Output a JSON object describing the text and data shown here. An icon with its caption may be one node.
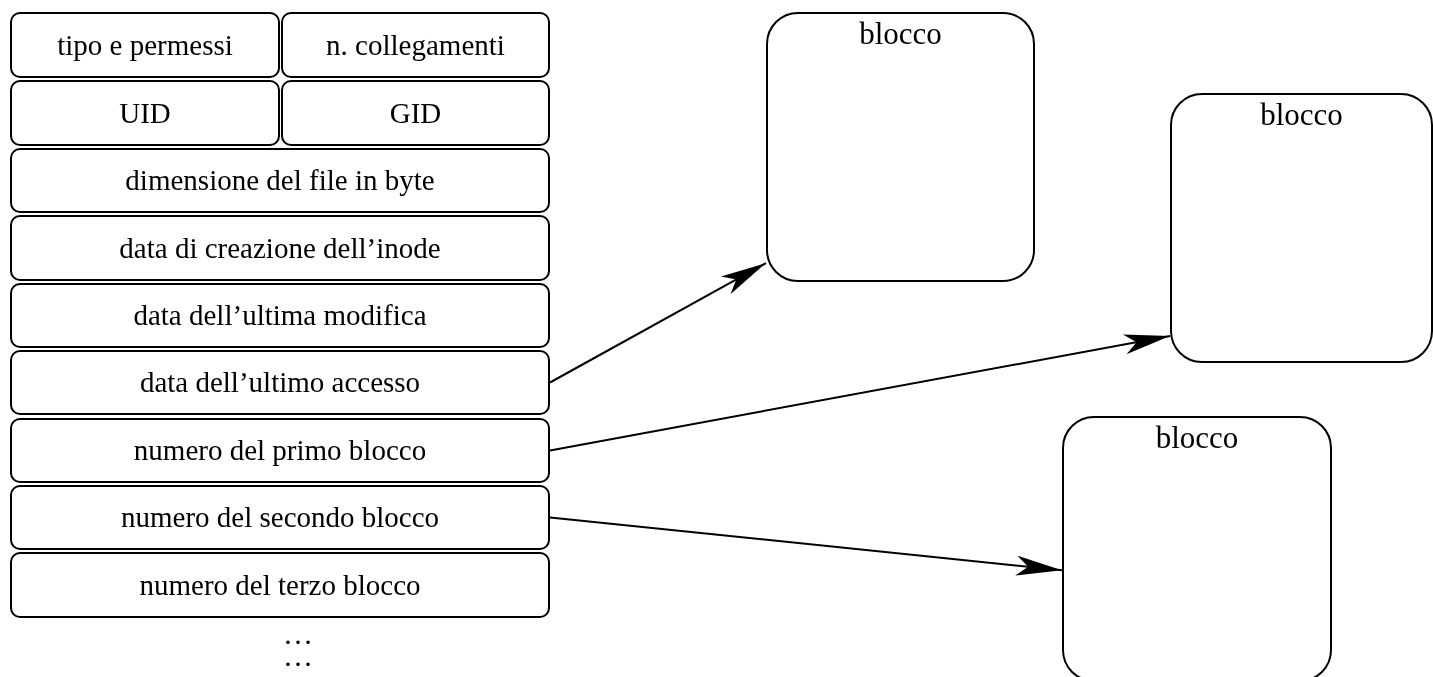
{
  "diagram": {
    "nodes": [
      {
        "text": [
          "tipo e permessi"
        ]
      },
      {
        "text": [
          "n. collegamenti"
        ]
      },
      {
        "text": [
          "UID"
        ]
      },
      {
        "text": [
          "GID"
        ]
      },
      {
        "text": [
          "dimensione del file in byte"
        ]
      },
      {
        "text": [
          "data di creazione dell’inode"
        ]
      },
      {
        "text": [
          "data dell’ultima modifica"
        ]
      },
      {
        "text": [
          "data dell’ultimo accesso"
        ]
      },
      {
        "text": [
          "numero del primo blocco"
        ]
      },
      {
        "text": [
          "numero del secondo blocco"
        ]
      },
      {
        "text": [
          "numero del terzo blocco"
        ]
      },
      {
        "text": [
          "blocco"
        ]
      },
      {
        "text": [
          "blocco"
        ]
      },
      {
        "text": [
          "blocco"
        ]
      }
    ],
    "edges": [
      {
        "from": 7,
        "to": 11,
        "arrow": "to"
      },
      {
        "from": 8,
        "to": 12,
        "arrow": "to"
      },
      {
        "from": 9,
        "to": 13,
        "arrow": "to"
      }
    ],
    "labels": [
      "…",
      "…"
    ]
  }
}
